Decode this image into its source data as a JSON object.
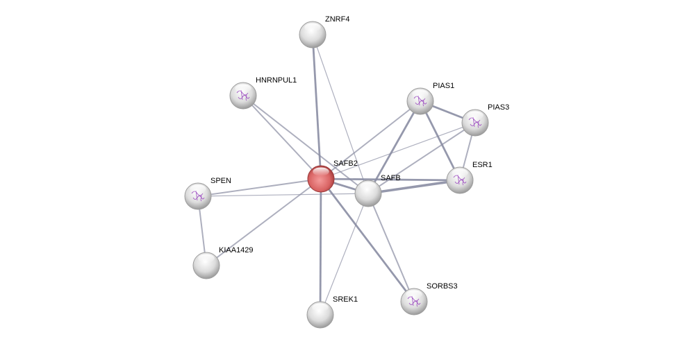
{
  "query_node": "SAFB2",
  "colors": {
    "query": "#e06a6a",
    "neighbor": "#e4e4e4",
    "edge": "#8a8da3",
    "structure": "#a45cc4"
  },
  "nodes": [
    {
      "id": "ZNRF4",
      "structure": false
    },
    {
      "id": "HNRNPUL1",
      "structure": true
    },
    {
      "id": "PIAS1",
      "structure": true
    },
    {
      "id": "PIAS3",
      "structure": true
    },
    {
      "id": "SAFB2",
      "structure": false
    },
    {
      "id": "SAFB",
      "structure": false
    },
    {
      "id": "ESR1",
      "structure": true
    },
    {
      "id": "SPEN",
      "structure": true
    },
    {
      "id": "KIAA1429",
      "structure": false
    },
    {
      "id": "SREK1",
      "structure": false
    },
    {
      "id": "SORBS3",
      "structure": true
    }
  ],
  "edges": [
    {
      "a": "ZNRF4",
      "b": "SAFB2",
      "w": 3
    },
    {
      "a": "ZNRF4",
      "b": "SAFB",
      "w": 1
    },
    {
      "a": "HNRNPUL1",
      "b": "SAFB2",
      "w": 2
    },
    {
      "a": "HNRNPUL1",
      "b": "SAFB",
      "w": 2
    },
    {
      "a": "PIAS1",
      "b": "SAFB2",
      "w": 2
    },
    {
      "a": "PIAS1",
      "b": "SAFB",
      "w": 3
    },
    {
      "a": "PIAS1",
      "b": "PIAS3",
      "w": 3
    },
    {
      "a": "PIAS1",
      "b": "ESR1",
      "w": 3
    },
    {
      "a": "PIAS3",
      "b": "SAFB2",
      "w": 1
    },
    {
      "a": "PIAS3",
      "b": "SAFB",
      "w": 2
    },
    {
      "a": "PIAS3",
      "b": "ESR1",
      "w": 2
    },
    {
      "a": "SAFB2",
      "b": "SAFB",
      "w": 3
    },
    {
      "a": "SAFB2",
      "b": "ESR1",
      "w": 3
    },
    {
      "a": "SAFB",
      "b": "ESR1",
      "w": 4
    },
    {
      "a": "SAFB2",
      "b": "SPEN",
      "w": 2
    },
    {
      "a": "SPEN",
      "b": "SAFB",
      "w": 1
    },
    {
      "a": "SPEN",
      "b": "KIAA1429",
      "w": 2
    },
    {
      "a": "SAFB2",
      "b": "KIAA1429",
      "w": 2
    },
    {
      "a": "SAFB2",
      "b": "SREK1",
      "w": 3
    },
    {
      "a": "SAFB",
      "b": "SREK1",
      "w": 1
    },
    {
      "a": "SAFB2",
      "b": "SORBS3",
      "w": 3
    },
    {
      "a": "SAFB",
      "b": "SORBS3",
      "w": 2
    }
  ]
}
